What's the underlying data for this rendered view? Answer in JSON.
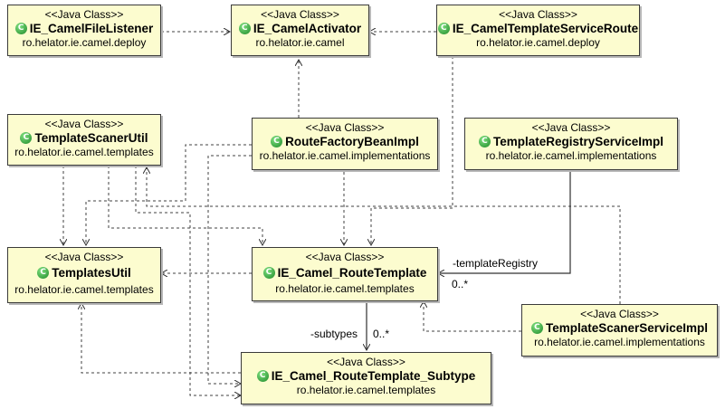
{
  "classes": {
    "file_listener": {
      "stereotype": "<<Java Class>>",
      "name": "IE_CamelFileListener",
      "package": "ro.helator.ie.camel.deploy"
    },
    "activator": {
      "stereotype": "<<Java Class>>",
      "name": "IE_CamelActivator",
      "package": "ro.helator.ie.camel"
    },
    "template_service_route": {
      "stereotype": "<<Java Class>>",
      "name": "IE_CamelTemplateServiceRoute",
      "package": "ro.helator.ie.camel.deploy"
    },
    "template_scaner_util": {
      "stereotype": "<<Java Class>>",
      "name": "TemplateScanerUtil",
      "package": "ro.helator.ie.camel.templates"
    },
    "route_factory_bean": {
      "stereotype": "<<Java Class>>",
      "name": "RouteFactoryBeanImpl",
      "package": "ro.helator.ie.camel.implementations"
    },
    "template_registry_service": {
      "stereotype": "<<Java Class>>",
      "name": "TemplateRegistryServiceImpl",
      "package": "ro.helator.ie.camel.implementations"
    },
    "templates_util": {
      "stereotype": "<<Java Class>>",
      "name": "TemplatesUtil",
      "package": "ro.helator.ie.camel.templates"
    },
    "route_template": {
      "stereotype": "<<Java Class>>",
      "name": "IE_Camel_RouteTemplate",
      "package": "ro.helator.ie.camel.templates"
    },
    "template_scaner_service": {
      "stereotype": "<<Java Class>>",
      "name": "TemplateScanerServiceImpl",
      "package": "ro.helator.ie.camel.implementations"
    },
    "route_template_subtype": {
      "stereotype": "<<Java Class>>",
      "name": "IE_Camel_RouteTemplate_Subtype",
      "package": "ro.helator.ie.camel.templates"
    }
  },
  "labels": {
    "template_registry_role": "-templateRegistry",
    "template_registry_mult": "0..*",
    "subtypes_role": "-subtypes",
    "subtypes_mult": "0..*"
  },
  "icon": {
    "glyph": "C",
    "name": "class-icon",
    "color": "#2a9a35"
  },
  "colors": {
    "box_fill": "#fcfccf",
    "border": "#3a3a3a"
  }
}
